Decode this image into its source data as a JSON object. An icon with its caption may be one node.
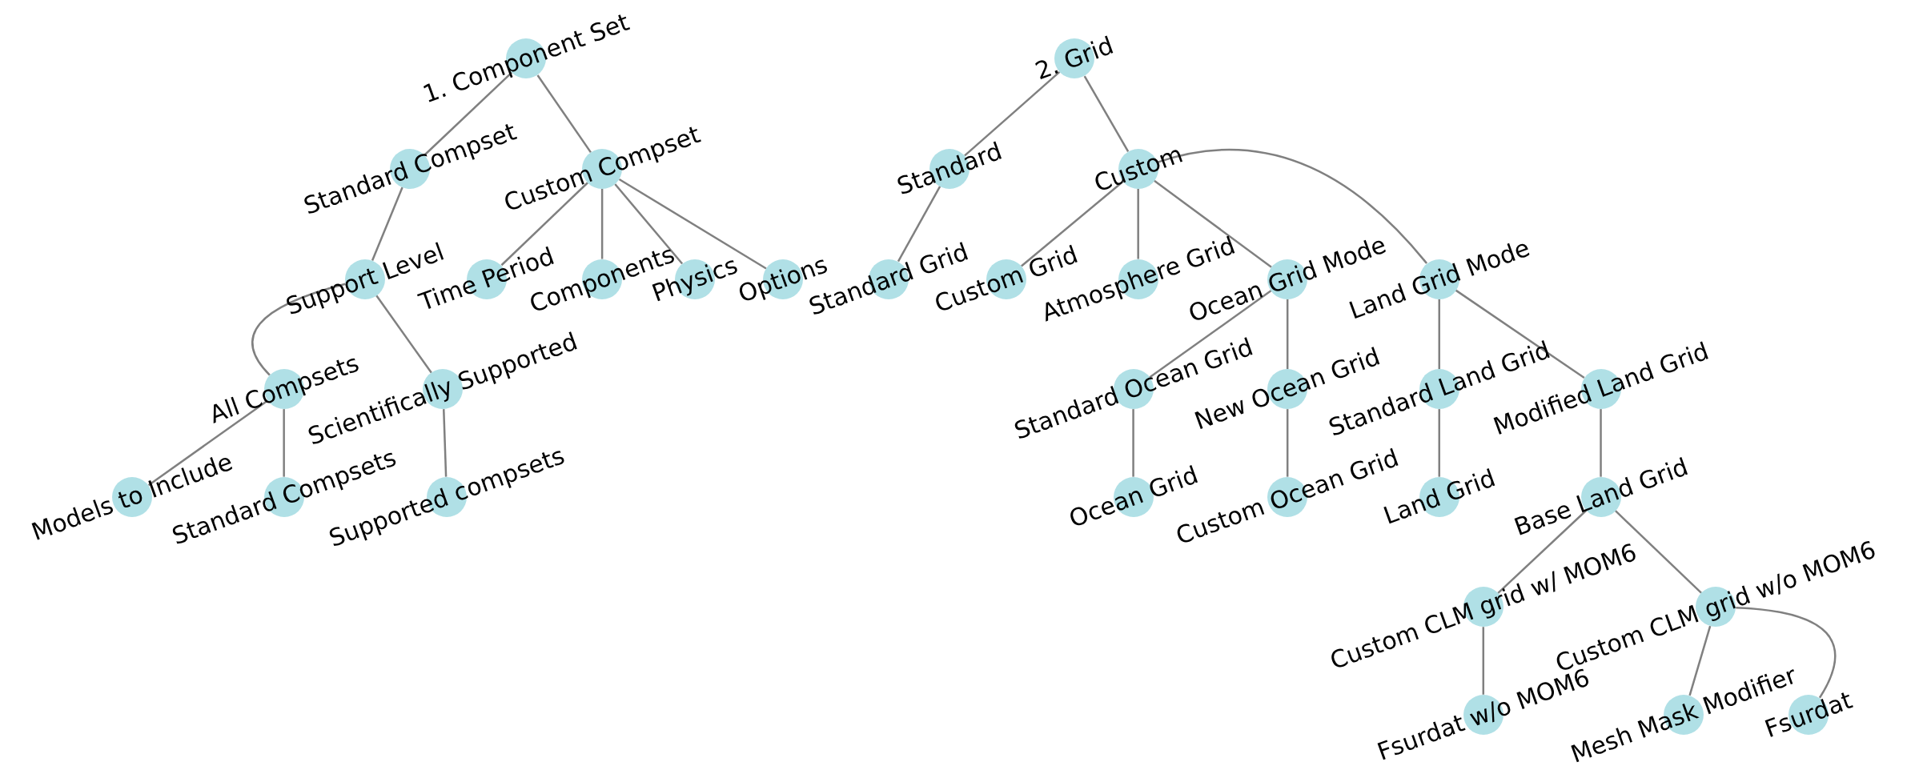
{
  "diagram": {
    "nodes": [
      {
        "text": [
          "1. Component Set"
        ]
      },
      {
        "text": [
          "Standard Compset"
        ]
      },
      {
        "text": [
          "Custom Compset"
        ]
      },
      {
        "text": [
          "Support Level"
        ]
      },
      {
        "text": [
          "Time Period"
        ]
      },
      {
        "text": [
          "Components"
        ]
      },
      {
        "text": [
          "Physics"
        ]
      },
      {
        "text": [
          "Options"
        ]
      },
      {
        "text": [
          "All Compsets"
        ]
      },
      {
        "text": [
          "Scientifically Supported"
        ]
      },
      {
        "text": [
          "Models to Include"
        ]
      },
      {
        "text": [
          "Standard Compsets"
        ]
      },
      {
        "text": [
          "Supported compsets"
        ]
      },
      {
        "text": [
          "2. Grid"
        ]
      },
      {
        "text": [
          "Standard"
        ]
      },
      {
        "text": [
          "Custom"
        ]
      },
      {
        "text": [
          "Standard Grid"
        ]
      },
      {
        "text": [
          "Custom Grid"
        ]
      },
      {
        "text": [
          "Atmosphere Grid"
        ]
      },
      {
        "text": [
          "Ocean Grid Mode"
        ]
      },
      {
        "text": [
          "Land Grid Mode"
        ]
      },
      {
        "text": [
          "Standard Ocean Grid"
        ]
      },
      {
        "text": [
          "New Ocean Grid"
        ]
      },
      {
        "text": [
          "Standard Land Grid"
        ]
      },
      {
        "text": [
          "Modified Land Grid"
        ]
      },
      {
        "text": [
          "Ocean Grid"
        ]
      },
      {
        "text": [
          "Custom Ocean Grid"
        ]
      },
      {
        "text": [
          "Land Grid"
        ]
      },
      {
        "text": [
          "Base Land Grid"
        ]
      },
      {
        "text": [
          "Custom CLM grid w/ MOM6"
        ]
      },
      {
        "text": [
          "Custom CLM grid w/o MOM6"
        ]
      },
      {
        "text": [
          "Fsurdat w/o MOM6"
        ]
      },
      {
        "text": [
          "Mesh Mask Modifier"
        ]
      },
      {
        "text": [
          "Fsurdat"
        ]
      }
    ],
    "edges": [
      {
        "from": 0,
        "to": 1,
        "arrow": "none"
      },
      {
        "from": 0,
        "to": 2,
        "arrow": "none"
      },
      {
        "from": 1,
        "to": 3,
        "arrow": "none"
      },
      {
        "from": 2,
        "to": 4,
        "arrow": "none"
      },
      {
        "from": 2,
        "to": 5,
        "arrow": "none"
      },
      {
        "from": 2,
        "to": 6,
        "arrow": "none"
      },
      {
        "from": 2,
        "to": 7,
        "arrow": "none"
      },
      {
        "from": 3,
        "to": 8,
        "arrow": "none"
      },
      {
        "from": 3,
        "to": 9,
        "arrow": "none"
      },
      {
        "from": 8,
        "to": 10,
        "arrow": "none"
      },
      {
        "from": 8,
        "to": 11,
        "arrow": "none"
      },
      {
        "from": 9,
        "to": 12,
        "arrow": "none"
      },
      {
        "from": 13,
        "to": 14,
        "arrow": "none"
      },
      {
        "from": 13,
        "to": 15,
        "arrow": "none"
      },
      {
        "from": 14,
        "to": 16,
        "arrow": "none"
      },
      {
        "from": 15,
        "to": 17,
        "arrow": "none"
      },
      {
        "from": 15,
        "to": 18,
        "arrow": "none"
      },
      {
        "from": 15,
        "to": 19,
        "arrow": "none"
      },
      {
        "from": 15,
        "to": 20,
        "arrow": "none"
      },
      {
        "from": 19,
        "to": 21,
        "arrow": "none"
      },
      {
        "from": 19,
        "to": 22,
        "arrow": "none"
      },
      {
        "from": 20,
        "to": 23,
        "arrow": "none"
      },
      {
        "from": 20,
        "to": 24,
        "arrow": "none"
      },
      {
        "from": 21,
        "to": 25,
        "arrow": "none"
      },
      {
        "from": 22,
        "to": 26,
        "arrow": "none"
      },
      {
        "from": 23,
        "to": 27,
        "arrow": "none"
      },
      {
        "from": 24,
        "to": 28,
        "arrow": "none"
      },
      {
        "from": 28,
        "to": 29,
        "arrow": "none"
      },
      {
        "from": 28,
        "to": 30,
        "arrow": "none"
      },
      {
        "from": 29,
        "to": 31,
        "arrow": "none"
      },
      {
        "from": 30,
        "to": 32,
        "arrow": "none"
      },
      {
        "from": 30,
        "to": 33,
        "arrow": "none"
      }
    ]
  }
}
